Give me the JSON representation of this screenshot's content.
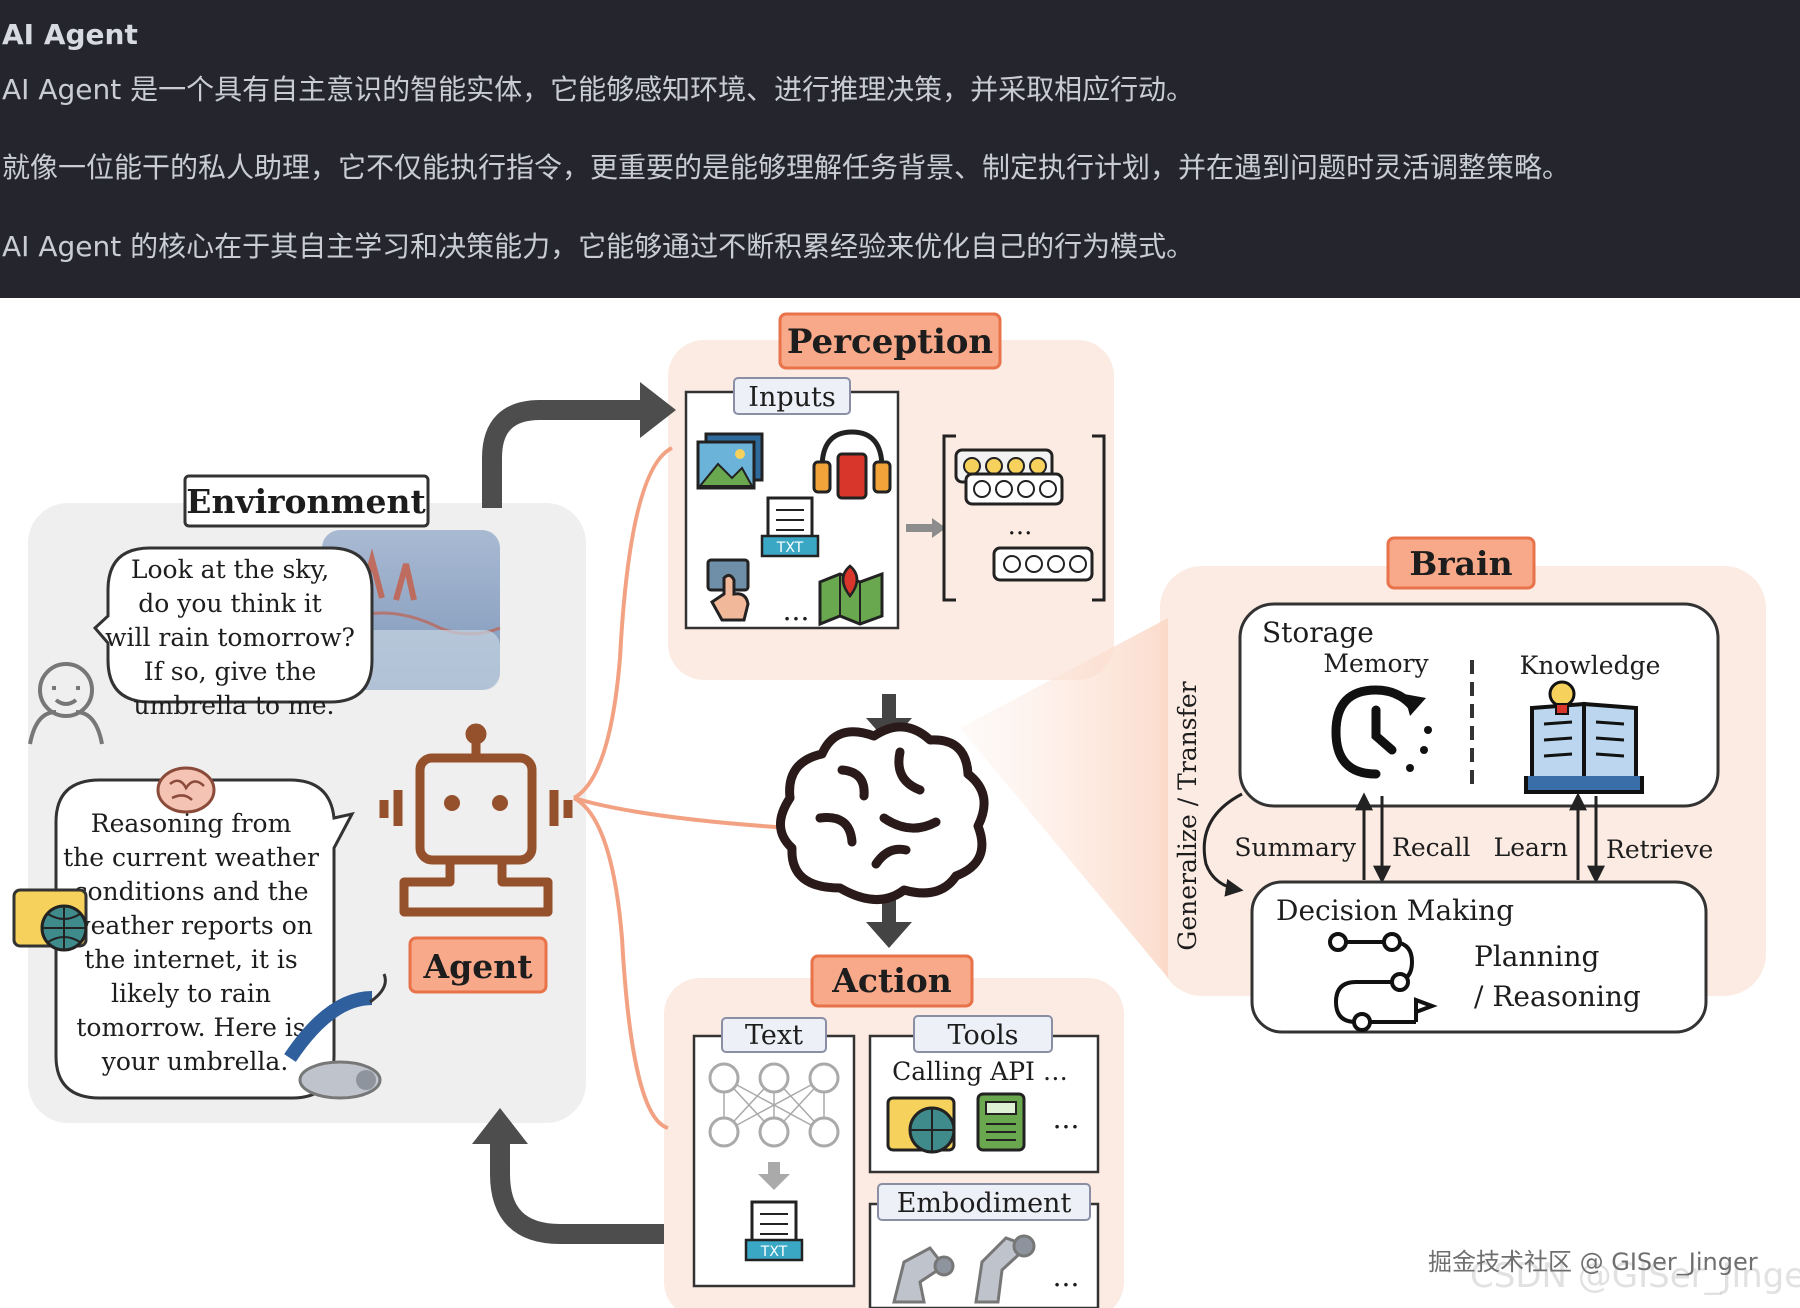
{
  "header": {
    "title": "AI Agent",
    "para1": "AI Agent 是一个具有自主意识的智能实体，它能够感知环境、进行推理决策，并采取相应行动。",
    "para2": "就像一位能干的私人助理，它不仅能执行指令，更重要的是能够理解任务背景、制定执行计划，并在遇到问题时灵活调整策略。",
    "para3": "AI Agent 的核心在于其自主学习和决策能力，它能够通过不断积累经验来优化自己的行为模式。"
  },
  "diagram": {
    "environment": {
      "title": "Environment",
      "bubble_top": [
        "Look at the sky,",
        "do you think it",
        "will rain tomorrow?",
        "If so, give the",
        "umbrella to me."
      ],
      "bubble_bottom": [
        "Reasoning from",
        "the current weather",
        "conditions and the",
        "weather reports on",
        "the internet, it is",
        "likely to rain",
        "tomorrow. Here is",
        "your umbrella."
      ]
    },
    "agent": {
      "title": "Agent"
    },
    "perception": {
      "title": "Perception",
      "inputs_label": "Inputs",
      "txt_icon": "TXT",
      "ellipsis": "..."
    },
    "brain": {
      "title": "Brain",
      "storage": "Storage",
      "memory": "Memory",
      "knowledge": "Knowledge",
      "summary": "Summary",
      "recall": "Recall",
      "learn": "Learn",
      "retrieve": "Retrieve",
      "decision": "Decision Making",
      "planning": "Planning",
      "reasoning": "/ Reasoning",
      "side": "Generalize / Transfer"
    },
    "action": {
      "title": "Action",
      "text": "Text",
      "tools": "Tools",
      "calling": "Calling API …",
      "embodiment": "Embodiment",
      "txt_icon": "TXT",
      "ellipsis": "..."
    },
    "colors": {
      "accent": "#f8a98a",
      "accent_border": "#e8734a",
      "panel": "#fcece4",
      "env_panel": "#f0f0f0"
    }
  },
  "watermark": {
    "line1": "掘金技术社区 @ GISer_Jinger",
    "line2": "CSDN @GISer_Jinger"
  }
}
